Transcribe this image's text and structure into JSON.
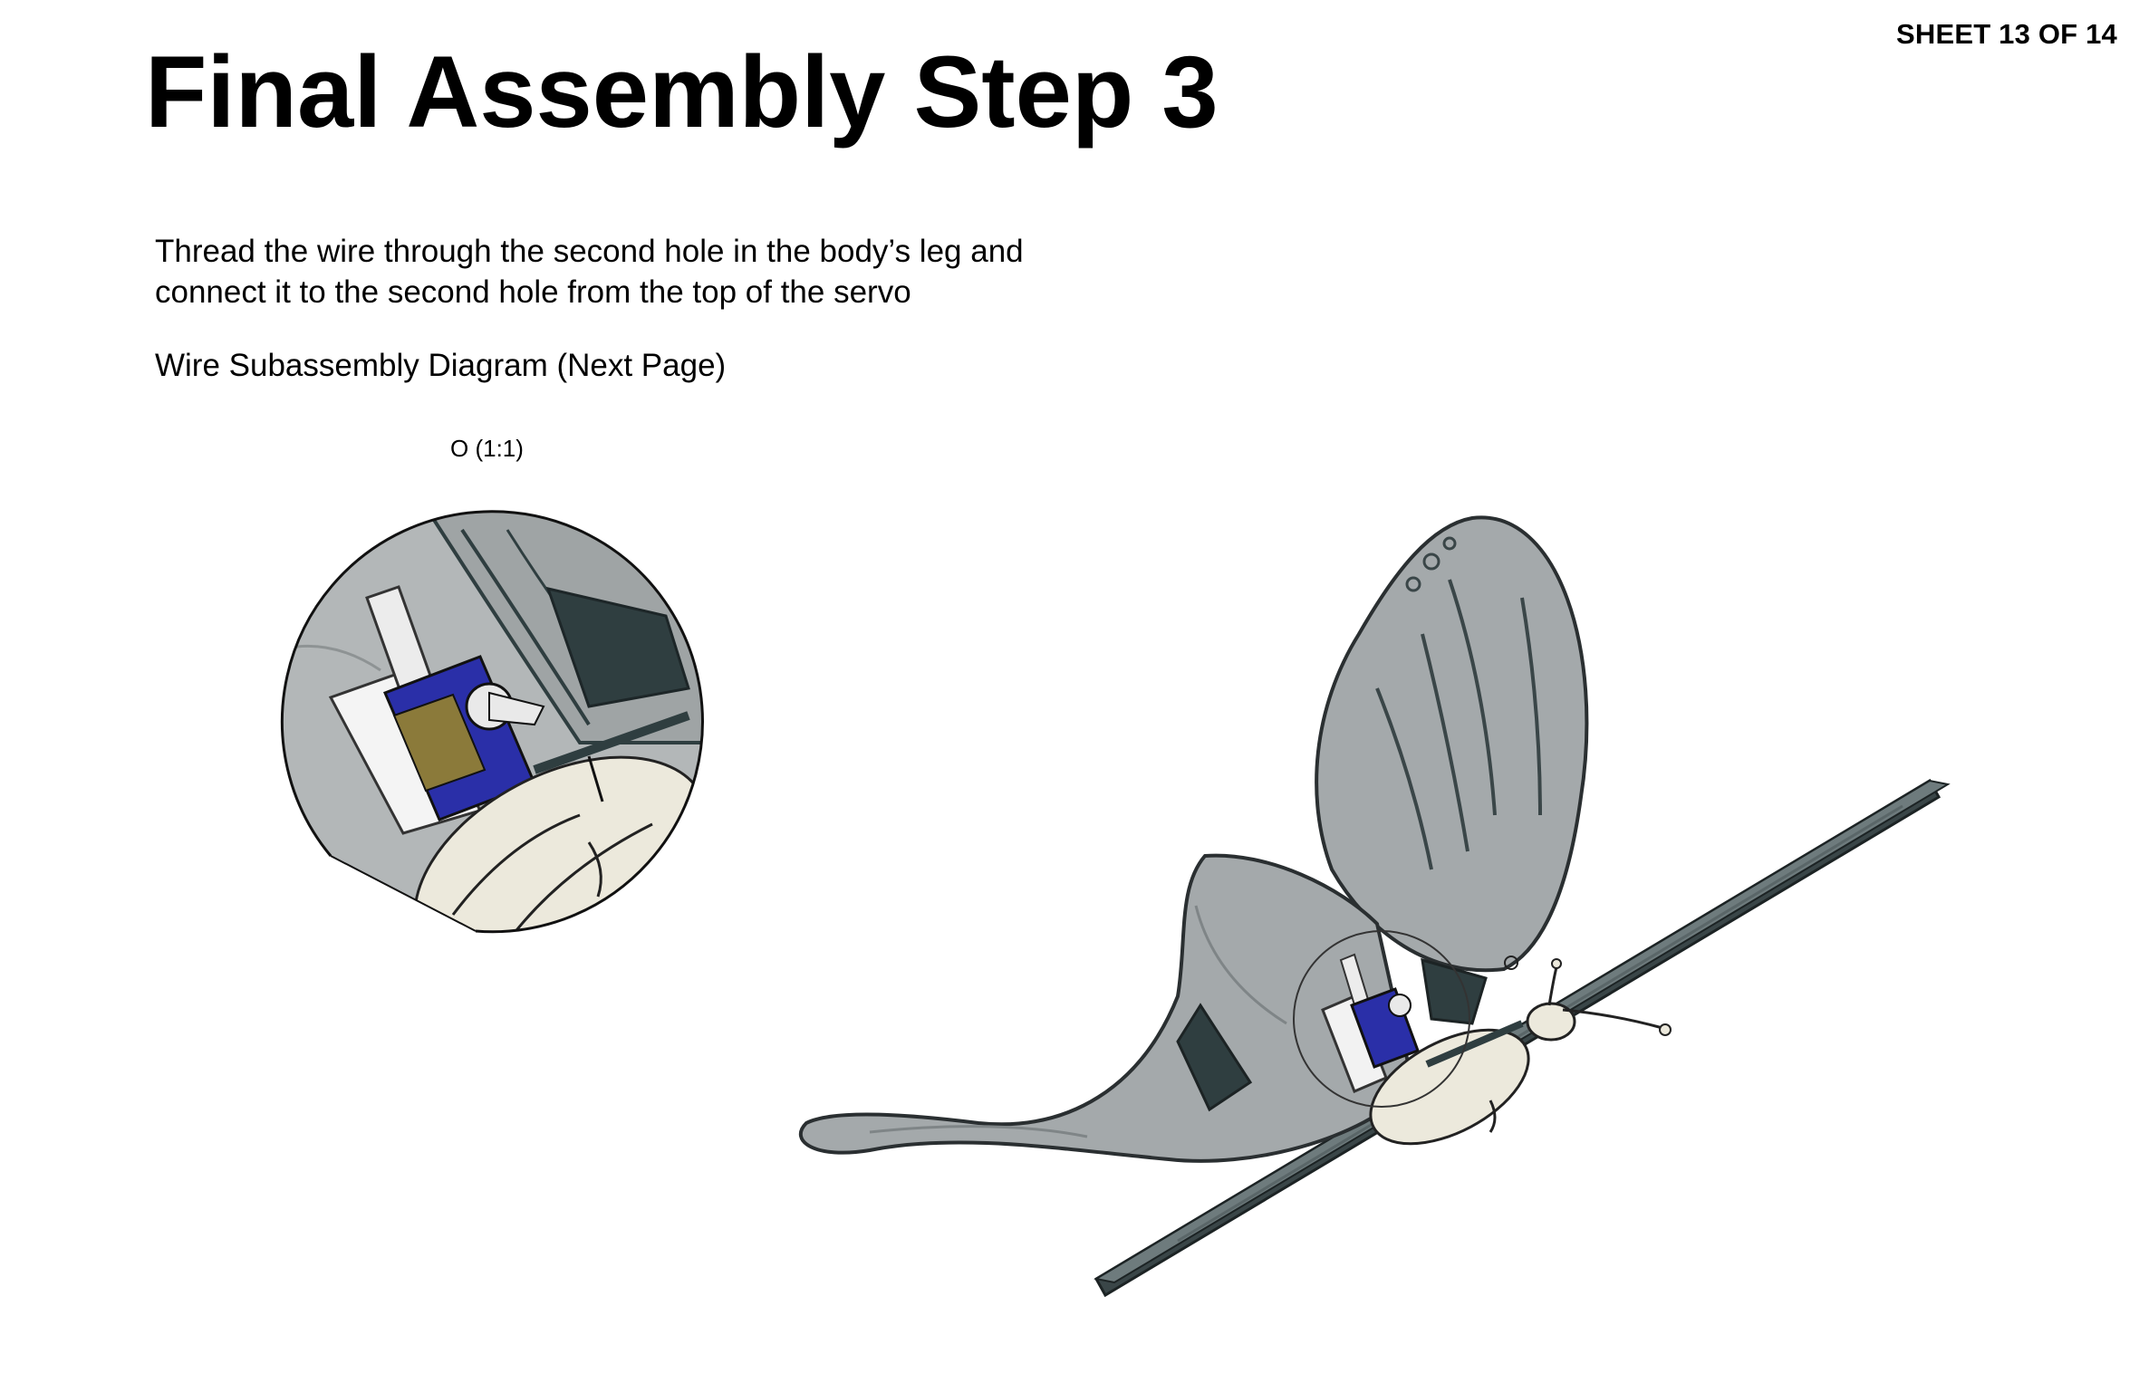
{
  "sheet": {
    "number": "SHEET 13 OF 14"
  },
  "title": "Final Assembly Step 3",
  "instructions": {
    "line1": "Thread the wire through the second hole in the body’s leg and",
    "line2": "connect it to the second hole from the top of the servo"
  },
  "reference_note": "Wire Subassembly Diagram (Next Page)",
  "detail_view": {
    "label": "O (1:1)"
  },
  "colors": {
    "wing": "#a4a9ab",
    "wing_dark": "#2f3e40",
    "servo": "#2a2fa8",
    "body": "#ece9dc"
  }
}
